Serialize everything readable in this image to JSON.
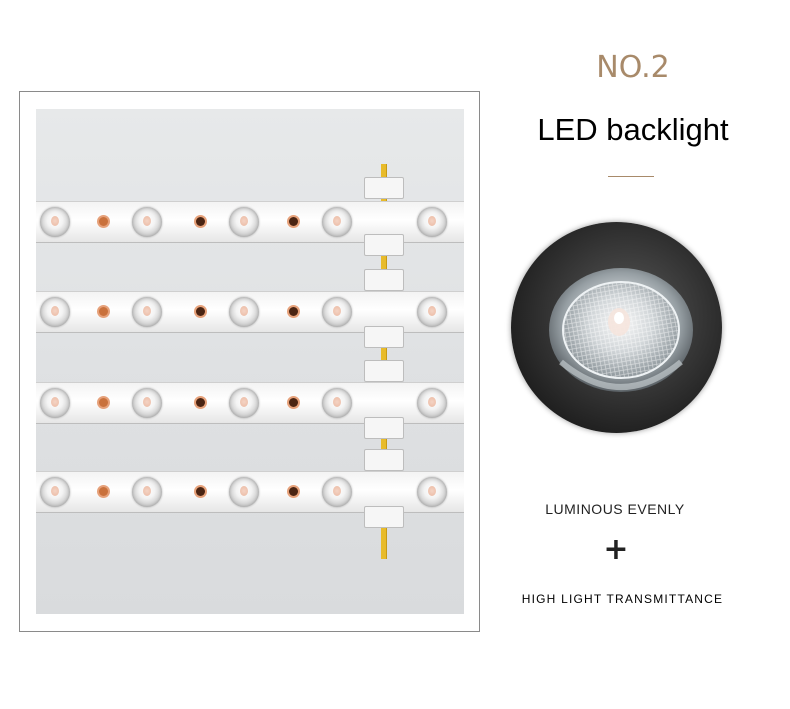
{
  "header": {
    "number": "NO.2",
    "title": "LED backlight"
  },
  "features": {
    "first": "LUMINOUS EVENLY",
    "connector": "+",
    "second": "HIGH LIGHT TRANSMITTANCE"
  },
  "colors": {
    "accent": "#a88a6a",
    "wire": "#e8bb2a",
    "pad": "#c9713c",
    "lens_background": "#2a2a2a"
  },
  "images": {
    "left_photo": "led-strip-photo",
    "right_photo": "lens-closeup-photo"
  }
}
